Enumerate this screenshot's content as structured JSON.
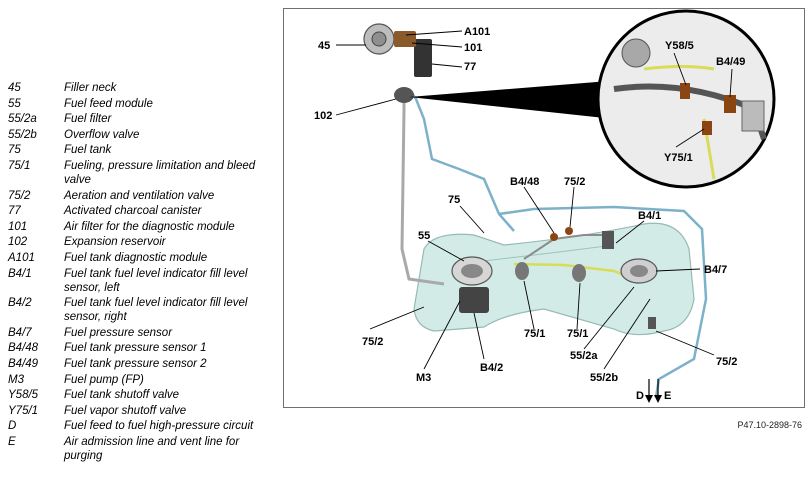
{
  "legend": [
    {
      "code": "45",
      "desc": "Filler neck"
    },
    {
      "code": "55",
      "desc": "Fuel feed module"
    },
    {
      "code": "55/2a",
      "desc": "Fuel filter"
    },
    {
      "code": "55/2b",
      "desc": "Overflow valve"
    },
    {
      "code": "75",
      "desc": "Fuel tank"
    },
    {
      "code": "75/1",
      "desc": "Fueling, pressure limitation and bleed valve"
    },
    {
      "code": "75/2",
      "desc": "Aeration and ventilation valve"
    },
    {
      "code": "77",
      "desc": "Activated charcoal canister"
    },
    {
      "code": "101",
      "desc": "Air filter for the diagnostic module"
    },
    {
      "code": "102",
      "desc": "Expansion reservoir"
    },
    {
      "code": "A101",
      "desc": "Fuel tank diagnostic module"
    },
    {
      "code": "B4/1",
      "desc": "Fuel tank fuel level indicator fill level sensor, left"
    },
    {
      "code": "B4/2",
      "desc": "Fuel tank fuel level indicator fill level sensor, right"
    },
    {
      "code": "B4/7",
      "desc": "Fuel pressure sensor"
    },
    {
      "code": "B4/48",
      "desc": "Fuel tank pressure sensor 1"
    },
    {
      "code": "B4/49",
      "desc": "Fuel tank pressure sensor 2"
    },
    {
      "code": "M3",
      "desc": "Fuel pump (FP)"
    },
    {
      "code": "Y58/5",
      "desc": "Fuel tank shutoff valve"
    },
    {
      "code": "Y75/1",
      "desc": "Fuel vapor shutoff valve"
    },
    {
      "code": "D",
      "desc": "Fuel feed to fuel high-pressure circuit"
    },
    {
      "code": "E",
      "desc": "Air admission line and vent line for purging"
    }
  ],
  "callouts": {
    "a101": "A101",
    "c101": "101",
    "c45": "45",
    "c77": "77",
    "c102": "102",
    "y58_5": "Y58/5",
    "b4_49": "B4/49",
    "y75_1": "Y75/1",
    "b4_48": "B4/48",
    "c75_2_top": "75/2",
    "c75": "75",
    "b4_1": "B4/1",
    "c55": "55",
    "b4_7": "B4/7",
    "c75_2_left": "75/2",
    "c75_1_a": "75/1",
    "c75_1_b": "75/1",
    "c55_2a": "55/2a",
    "c55_2b": "55/2b",
    "m3": "M3",
    "b4_2": "B4/2",
    "c75_2_right": "75/2",
    "d": "D",
    "e": "E"
  },
  "figure_ref": "P47.10-2898-76"
}
